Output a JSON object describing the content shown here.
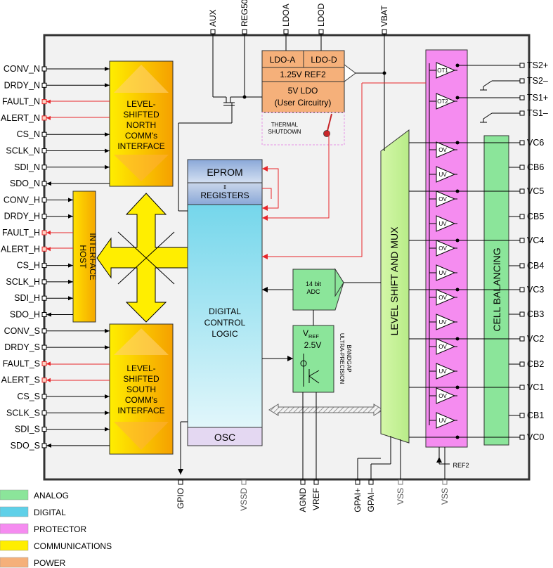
{
  "left_pins": [
    "CONV_N",
    "DRDY_N",
    "FAULT_N",
    "ALERT_N",
    "CS_N",
    "SCLK_N",
    "SDI_N",
    "SDO_N",
    "CONV_H",
    "DRDY_H",
    "FAULT_H",
    "ALERT_H",
    "CS_H",
    "SCLK_H",
    "SDI_H",
    "SDO_H",
    "CONV_S",
    "DRDY_S",
    "FAULT_S",
    "ALERT_S",
    "CS_S",
    "SCLK_S",
    "SDI_S",
    "SDO_S"
  ],
  "right_pins": [
    "TS2+",
    "TS2–",
    "TS1+",
    "TS1–",
    "VC6",
    "CB6",
    "VC5",
    "CB5",
    "VC4",
    "CB4",
    "VC3",
    "CB3",
    "VC2",
    "CB2",
    "VC1",
    "CB1",
    "VC0"
  ],
  "top_pins": [
    "AUX",
    "REG50",
    "LDOA",
    "LDOD",
    "VBAT"
  ],
  "bottom_pins": [
    "GPIO",
    "VSSD",
    "AGND",
    "VREF",
    "GPAI+",
    "GPAI–",
    "VSS",
    "VSS"
  ],
  "blocks": {
    "north_comm": [
      "LEVEL-",
      "SHIFTED",
      "NORTH",
      "COMM's",
      "INTERFACE"
    ],
    "south_comm": [
      "LEVEL-",
      "SHIFTED",
      "SOUTH",
      "COMM's",
      "INTERFACE"
    ],
    "host": [
      "HOST",
      "INTERFACE"
    ],
    "eprom": "EPROM",
    "registers": "REGISTERS",
    "digital_logic": [
      "DIGITAL",
      "CONTROL",
      "LOGIC"
    ],
    "osc": "OSC",
    "ldo_a": "LDO-A",
    "ldo_d": "LDO-D",
    "ref2": "1.25V REF2",
    "ldo5": [
      "5V LDO",
      "(User Circuitry)"
    ],
    "thermal": [
      "THERMAL",
      "SHUTDOWN"
    ],
    "adc": [
      "14 bit",
      "ADC"
    ],
    "vref_main": "V",
    "vref_sub": "REF",
    "vref_val": "2.5V",
    "bandgap": [
      "ULTRA-PRECISION",
      "BANDGAP"
    ],
    "level_shift": "LEVEL SHIFT AND MUX",
    "cell_balancing": "CELL BALANCING",
    "ot1": "OT1",
    "ot2": "OT2",
    "ov": "OV",
    "uv": "UV",
    "ref2_bottom": "REF2"
  },
  "legend": [
    {
      "label": "ANALOG",
      "color": "#8be59a"
    },
    {
      "label": "DIGITAL",
      "color": "#5fd0e8"
    },
    {
      "label": "PROTECTOR",
      "color": "#f58cf0"
    },
    {
      "label": "COMMUNICATIONS",
      "color": "#ffee00"
    },
    {
      "label": "POWER",
      "color": "#f5b07a"
    }
  ],
  "colors": {
    "analog": "#8be59a",
    "digital": "#5fd0e8",
    "protector": "#f58cf0",
    "comm": "#ffee00",
    "power": "#f5b07a",
    "fault_red": "#e8262a",
    "chip_bg": "#f2f2f2"
  }
}
